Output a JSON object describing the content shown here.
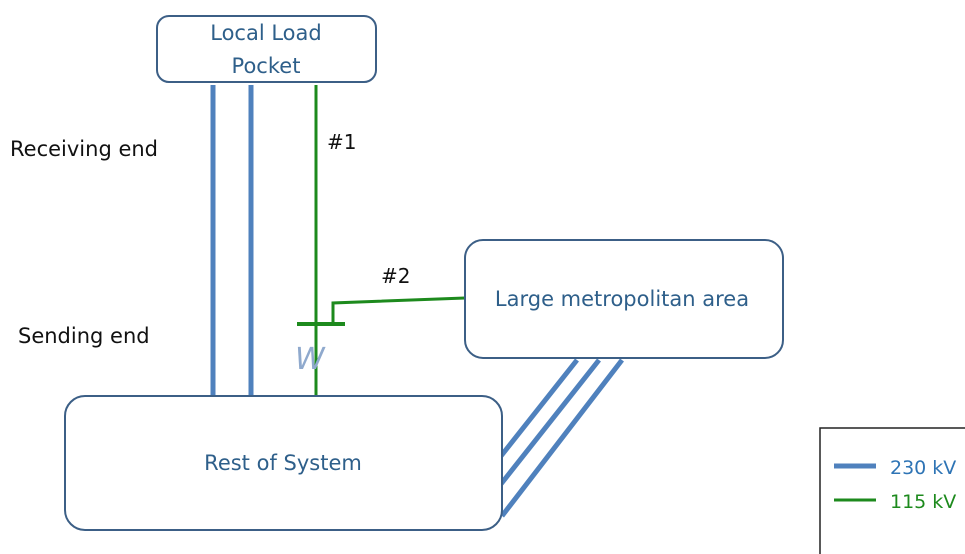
{
  "nodes": {
    "local_load_pocket": {
      "line1": "Local Load",
      "line2": "Pocket"
    },
    "large_metropolitan_area": "Large metropolitan area",
    "rest_of_system": "Rest of System"
  },
  "labels": {
    "receiving_end": "Receiving end",
    "sending_end": "Sending end",
    "line_1": "#1",
    "line_2": "#2",
    "breaker_mark": "W"
  },
  "legend": {
    "items": [
      {
        "label": "230 kV",
        "color": "#4f81bd"
      },
      {
        "label": "115 kV",
        "color": "#1d8a1d"
      }
    ]
  },
  "colors": {
    "box_border": "#3c5f86",
    "line_230kv": "#4f81bd",
    "line_115kv": "#1d8a1d",
    "box_text": "#2e5f8a"
  }
}
